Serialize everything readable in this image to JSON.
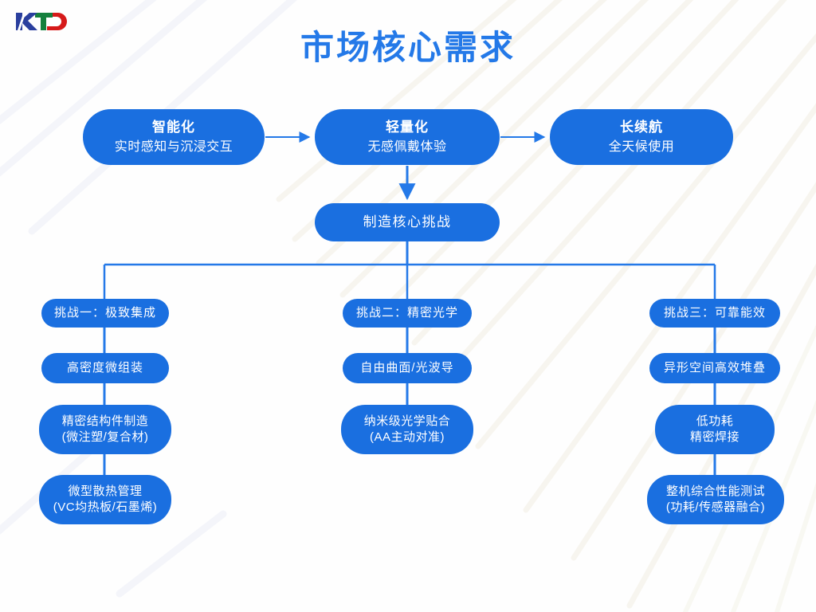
{
  "slide": {
    "title": "市场核心需求",
    "brand": {
      "name": "KTD",
      "k": "K",
      "t": "T",
      "d": "D"
    },
    "colors": {
      "node_blue": "#1a6fe0",
      "title_blue": "#2479e8",
      "edge_blue": "#2479e8",
      "background": "#fefefe",
      "logo_blue": "#2a3f9e",
      "logo_green": "#15803d",
      "logo_red": "#d61a1a"
    }
  },
  "demands": [
    {
      "title": "智能化",
      "subtitle": "实时感知与沉浸交互"
    },
    {
      "title": "轻量化",
      "subtitle": "无感佩戴体验"
    },
    {
      "title": "长续航",
      "subtitle": "全天候使用"
    }
  ],
  "hub": {
    "label": "制造核心挑战"
  },
  "challenges": [
    {
      "header": "挑战一：极致集成",
      "steps": [
        {
          "line1": "高密度微组装",
          "line2": ""
        },
        {
          "line1": "精密结构件制造",
          "line2": "(微注塑/复合材)"
        },
        {
          "line1": "微型散热管理",
          "line2": "(VC均热板/石墨烯)"
        }
      ]
    },
    {
      "header": "挑战二：精密光学",
      "steps": [
        {
          "line1": "自由曲面/光波导",
          "line2": ""
        },
        {
          "line1": "纳米级光学贴合",
          "line2": "(AA主动对准)"
        }
      ]
    },
    {
      "header": "挑战三：可靠能效",
      "steps": [
        {
          "line1": "异形空间高效堆叠",
          "line2": ""
        },
        {
          "line1": "低功耗",
          "line2": "精密焊接"
        },
        {
          "line1": "整机综合性能测试",
          "line2": "(功耗/传感器融合)"
        }
      ]
    }
  ]
}
